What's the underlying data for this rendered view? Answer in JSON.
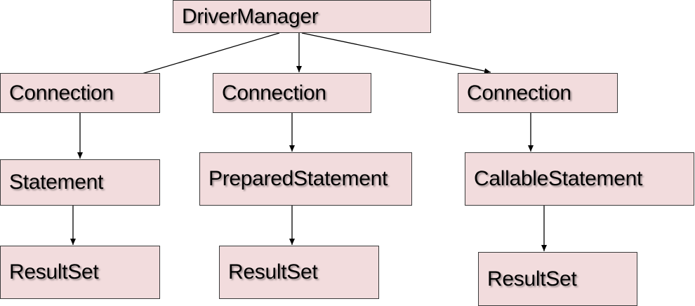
{
  "diagram": {
    "style": {
      "node_fill": "#f2dcdd",
      "node_border": "#3a3a3a",
      "edge_color": "#000000"
    },
    "nodes": {
      "driver_manager": "DriverManager",
      "connection_1": "Connection",
      "connection_2": "Connection",
      "connection_3": "Connection",
      "statement": "Statement",
      "prepared_statement": "PreparedStatement",
      "callable_statement": "CallableStatement",
      "resultset_1": "ResultSet",
      "resultset_2": "ResultSet",
      "resultset_3": "ResultSet"
    },
    "edges": [
      {
        "from": "driver_manager",
        "to": "connection_1"
      },
      {
        "from": "driver_manager",
        "to": "connection_2"
      },
      {
        "from": "driver_manager",
        "to": "connection_3"
      },
      {
        "from": "connection_1",
        "to": "statement"
      },
      {
        "from": "connection_2",
        "to": "prepared_statement"
      },
      {
        "from": "connection_3",
        "to": "callable_statement"
      },
      {
        "from": "statement",
        "to": "resultset_1"
      },
      {
        "from": "prepared_statement",
        "to": "resultset_2"
      },
      {
        "from": "callable_statement",
        "to": "resultset_3"
      }
    ]
  }
}
